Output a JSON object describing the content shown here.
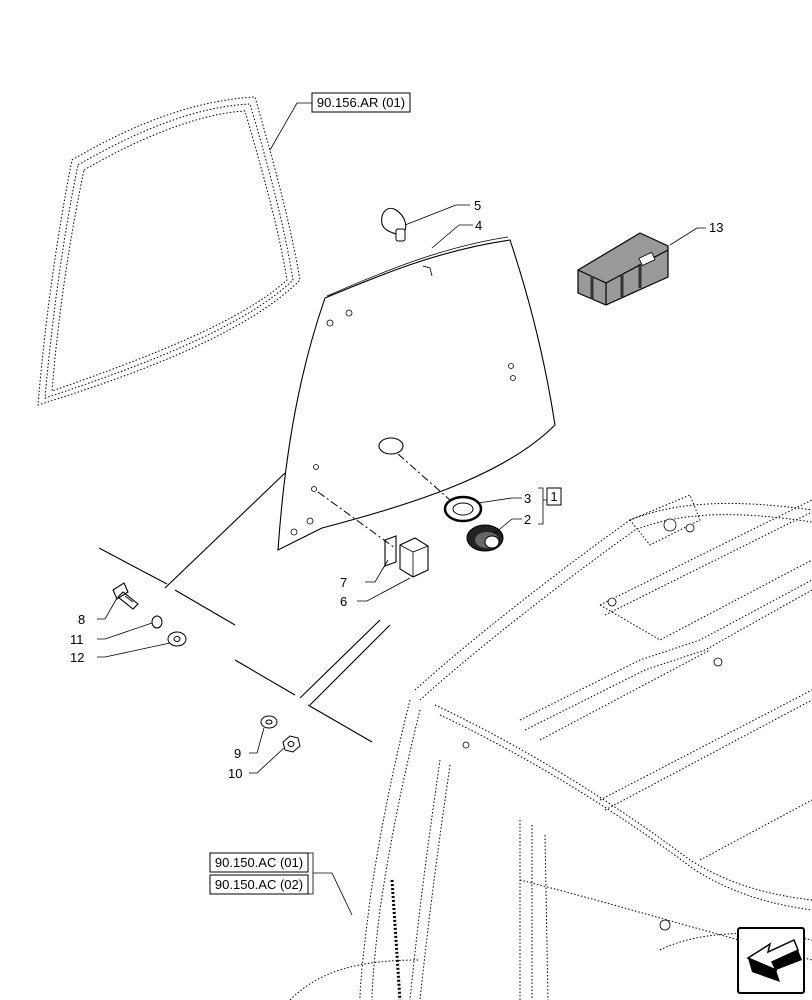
{
  "references": {
    "rear_window_seal": "90.156.AR (01)",
    "cab_frame_1": "90.150.AC (01)",
    "cab_frame_2": "90.150.AC (02)"
  },
  "kit_bracket": "1",
  "callouts": {
    "c1": "1",
    "c2": "2",
    "c3": "3",
    "c4": "4",
    "c5": "5",
    "c6": "6",
    "c7": "7",
    "c8": "8",
    "c9": "9",
    "c10": "10",
    "c11": "11",
    "c12": "12",
    "c13": "13"
  },
  "icons": {
    "nav": "next-page-arrow-icon",
    "kit": "crate-icon"
  }
}
